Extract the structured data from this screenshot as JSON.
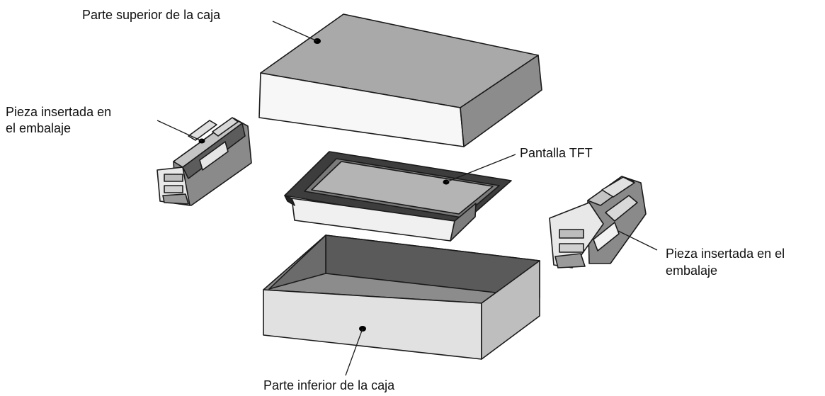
{
  "labels": {
    "box_top": "Parte superior de la caja",
    "insert_left_line1": "Pieza insertada en",
    "insert_left_line2": "el embalaje",
    "tft_screen": "Pantalla TFT",
    "insert_right_line1": "Pieza insertada en el",
    "insert_right_line2": "embalaje",
    "box_bottom": "Parte inferior de la caja"
  }
}
